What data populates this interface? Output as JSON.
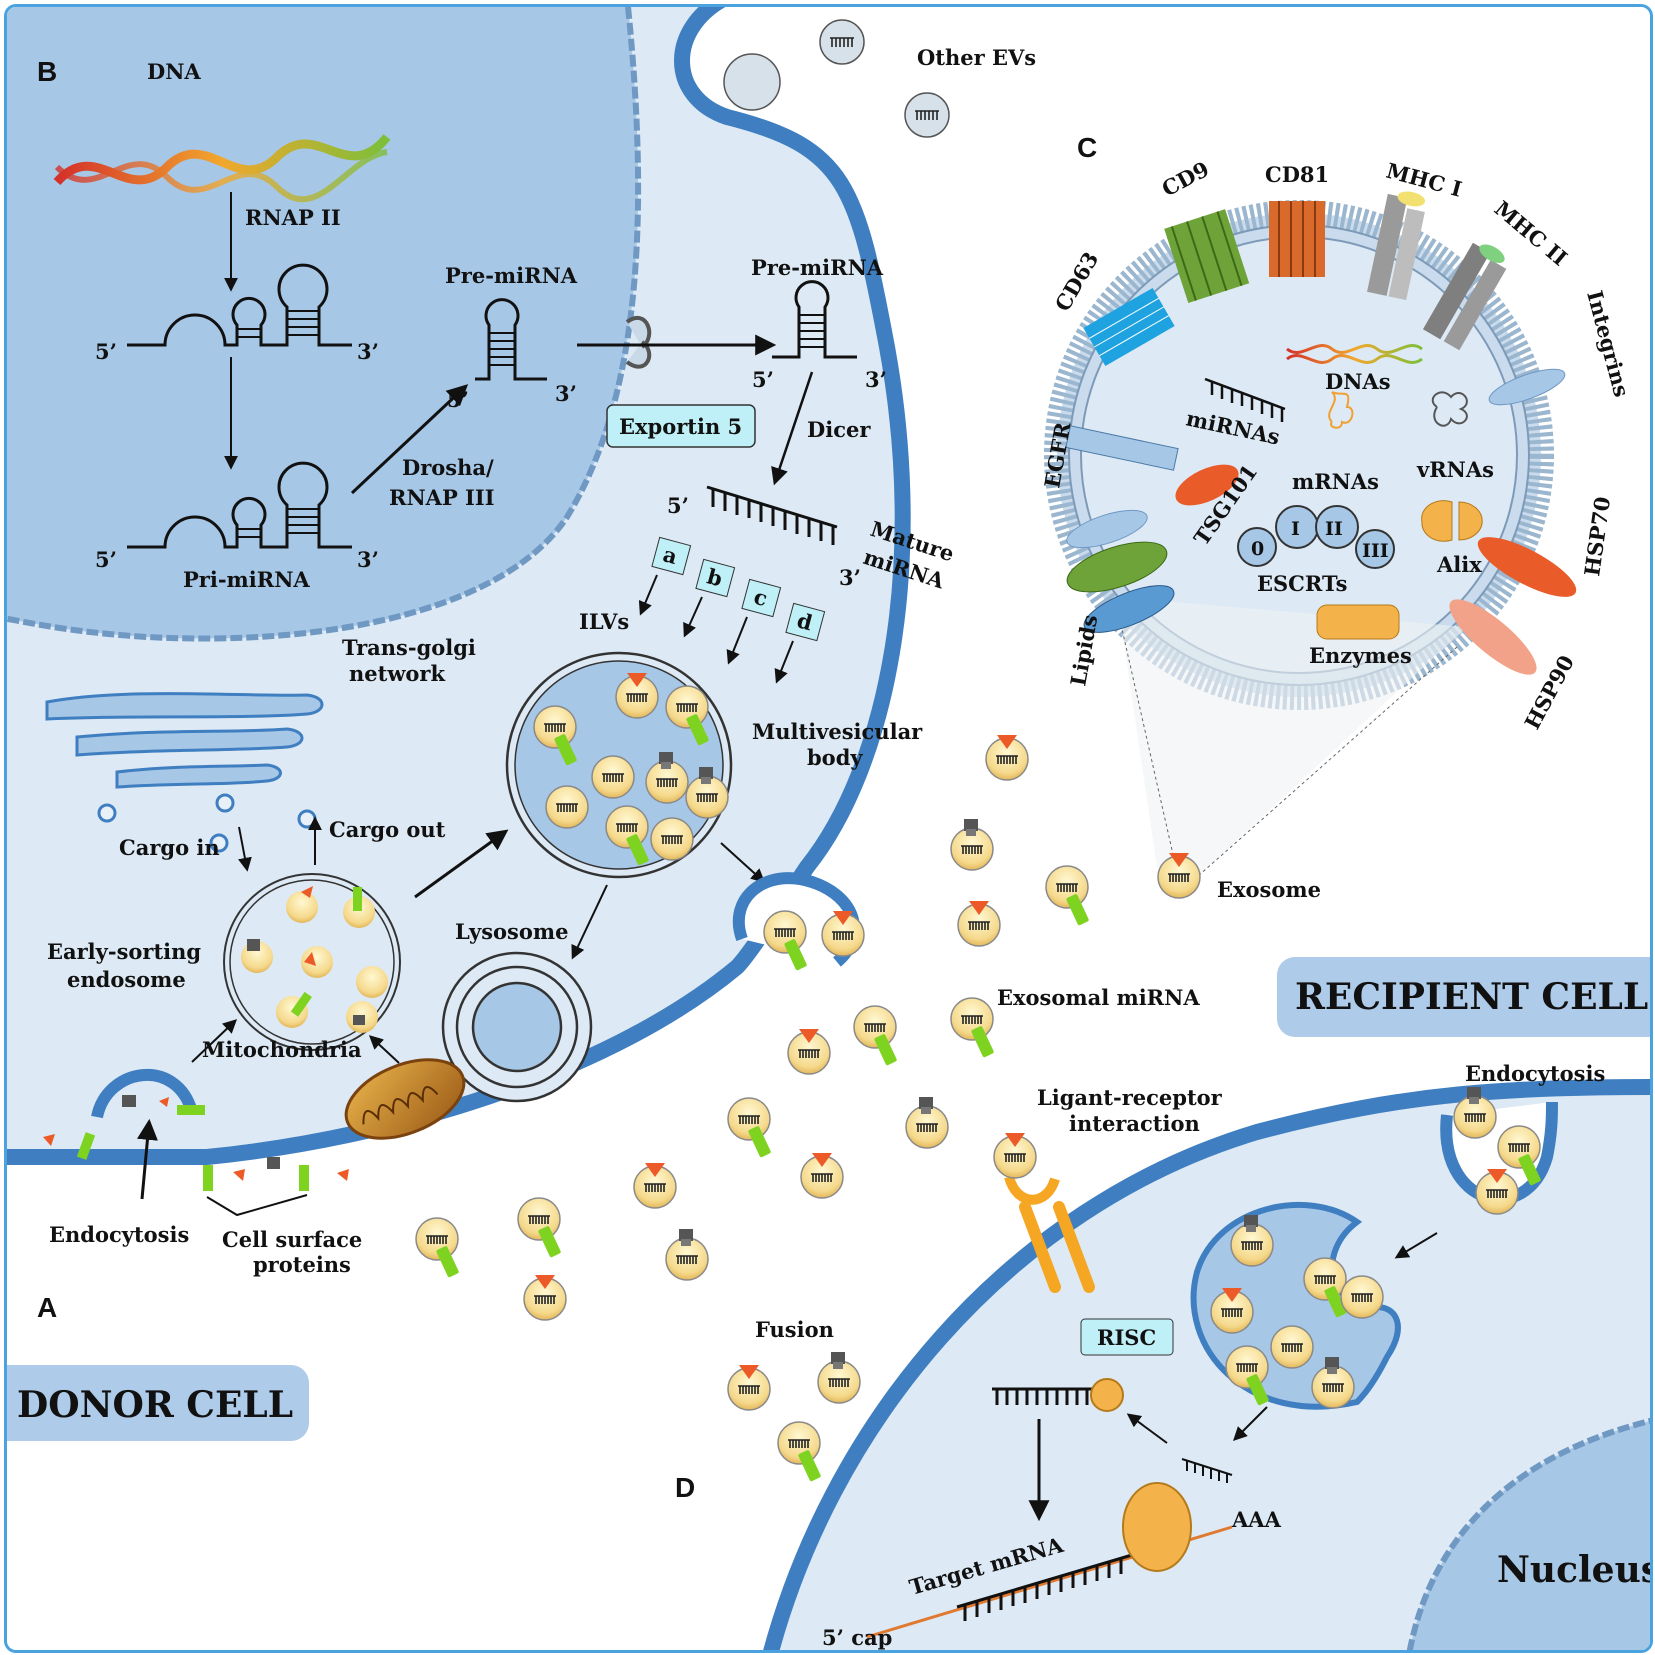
{
  "panels": {
    "a": "A",
    "b": "B",
    "c": "C",
    "d": "D"
  },
  "cells": {
    "donor": "DONOR CELL",
    "recipient": "RECIPIENT CELL",
    "nucleus": "Nucleus"
  },
  "biogenesis": {
    "dna": "DNA",
    "rnap2": "RNAP II",
    "pri_mirna": "Pri-miRNA",
    "pre_mirna_nuc": "Pre-miRNA",
    "drosha_1": "Drosha/",
    "drosha_2": "RNAP III",
    "exportin": "Exportin 5",
    "pre_mirna_cyto": "Pre-miRNA",
    "dicer": "Dicer",
    "mature_1": "Mature",
    "mature_2": "miRNA",
    "five_prime": "5’",
    "three_prime": "3’",
    "strands": [
      "a",
      "b",
      "c",
      "d"
    ]
  },
  "donor": {
    "ilvs": "ILVs",
    "mvb_1": "Multivesicular",
    "mvb_2": "body",
    "tgn_1": "Trans-golgi",
    "tgn_2": "network",
    "cargo_in": "Cargo in",
    "cargo_out": "Cargo out",
    "ese_1": "Early-sorting",
    "ese_2": "endosome",
    "lysosome": "Lysosome",
    "mito": "Mitochondria",
    "endocytosis": "Endocytosis",
    "csp_1": "Cell surface",
    "csp_2": "proteins",
    "other_evs": "Other EVs"
  },
  "exosome": {
    "cd63": "CD63",
    "cd9": "CD9",
    "cd81": "CD81",
    "mhc1": "MHC I",
    "mhc2": "MHC II",
    "integrins": "Integrins",
    "egfr": "EGFR",
    "lipids": "Lipids",
    "hsp70": "HSP70",
    "hsp90": "HSP90",
    "dnas": "DNAs",
    "mirnas": "miRNAs",
    "mrnas": "mRNAs",
    "vrnas": "vRNAs",
    "tsg101": "TSG101",
    "alix": "Alix",
    "escrts": "ESCRTs",
    "enzymes": "Enzymes",
    "escrt_units": [
      "0",
      "I",
      "II",
      "III"
    ],
    "label": "Exosome"
  },
  "uptake": {
    "exosomal_mirna": "Exosomal miRNA",
    "endocytosis": "Endocytosis",
    "ligand_1": "Ligant-receptor",
    "ligand_2": "interaction",
    "fusion": "Fusion",
    "risc": "RISC",
    "target_mrna": "Target mRNA",
    "cap": "5’ cap",
    "polya": "AAA"
  },
  "colors": {
    "nucleus_fill": "#a7c7e6",
    "cytoplasm_fill": "#dde9f4",
    "membrane": "#3f7fc1",
    "label_box": "#aecbea",
    "exportin_box": "#bff0f7",
    "cargo_orange": "#ec5a27",
    "cargo_green": "#7ed321",
    "cd63": "#1fa3e0",
    "cd9": "#6ea33a",
    "cd81": "#d96a2b",
    "mhc": "#9a9a9a",
    "hsp70": "#ea5b2a",
    "hsp90": "#f3a28a",
    "alix": "#f4b24a"
  }
}
